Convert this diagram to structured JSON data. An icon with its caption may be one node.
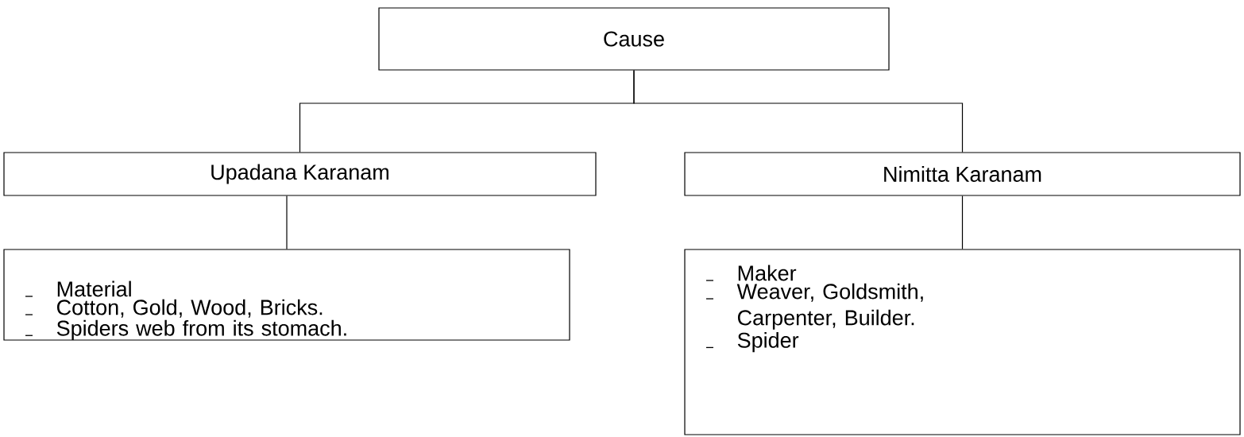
{
  "diagram": {
    "nodes": [
      {
        "text": [
          "Cause"
        ]
      },
      {
        "text": [
          "Upadana Karanam"
        ]
      },
      {
        "text": [
          "Nimitta Karanam"
        ]
      },
      {
        "text": [
          "Material",
          "Cotton, Gold, Wood, Bricks.",
          "Spiders web from its stomach."
        ]
      },
      {
        "text": [
          "Maker",
          "Weaver, Goldsmith, Carpenter, Builder.",
          "Spider"
        ]
      }
    ],
    "edges": [
      {
        "from": 0,
        "to": 1,
        "arrow": "none"
      },
      {
        "from": 0,
        "to": 2,
        "arrow": "none"
      },
      {
        "from": 1,
        "to": 3,
        "arrow": "none"
      },
      {
        "from": 2,
        "to": 4,
        "arrow": "none"
      }
    ]
  }
}
